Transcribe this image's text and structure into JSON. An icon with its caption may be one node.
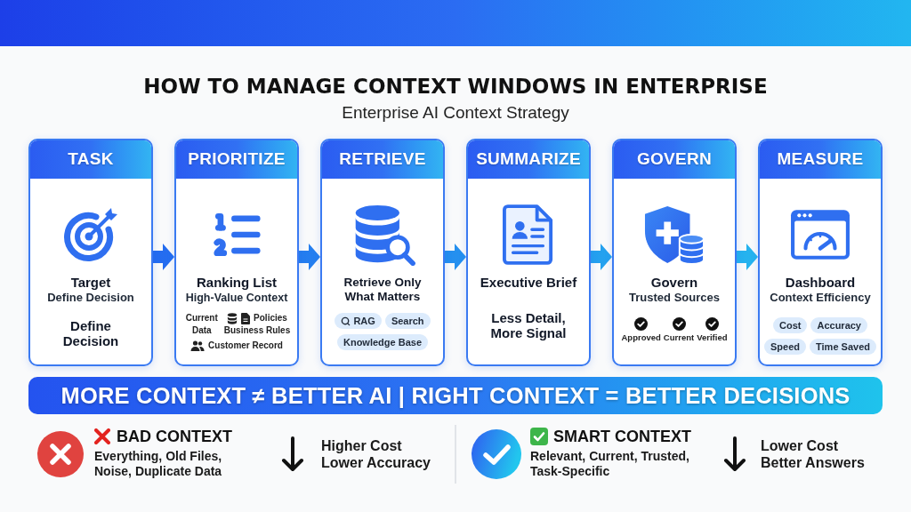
{
  "diagram": {
    "title": "HOW TO MANAGE CONTEXT WINDOWS IN ENTERPRISE",
    "nodes": [
      {
        "text": [
          "TASK",
          "Target",
          "Define Decision",
          "Define Decision"
        ]
      },
      {
        "text": [
          "PRIORITIZE",
          "Ranking List",
          "High-Value Context",
          "Current Data",
          "Policies",
          "Business Rules",
          "Customer Record"
        ]
      },
      {
        "text": [
          "RETRIEVE",
          "Retrieve Only What Matters"
        ]
      },
      {
        "text": [
          "RAG"
        ],
        "in": 2
      },
      {
        "text": [
          "Search"
        ],
        "in": 2
      },
      {
        "text": [
          "Knowledge Base"
        ],
        "in": 2
      },
      {
        "text": [
          "SUMMARIZE",
          "Executive Brief",
          "Less Detail, More Signal"
        ]
      },
      {
        "text": [
          "GOVERN",
          "Govern",
          "Trusted Sources",
          "Approved",
          "Current",
          "Verified"
        ]
      },
      {
        "text": [
          "MEASURE",
          "Dashboard",
          "Context Efficiency"
        ]
      },
      {
        "text": [
          "Cost"
        ],
        "in": 8
      },
      {
        "text": [
          "Accuracy"
        ],
        "in": 8
      },
      {
        "text": [
          "Speed"
        ],
        "in": 8
      },
      {
        "text": [
          "Time Saved"
        ],
        "in": 8
      },
      {
        "text": [
          "MORE CONTEXT ≠ BETTER AI | RIGHT CONTEXT = BETTER DECISIONS"
        ]
      }
    ],
    "edges": [
      {
        "from": 0,
        "to": 1,
        "arrow": "to",
        "style": "thick"
      },
      {
        "from": 1,
        "to": 2,
        "arrow": "to",
        "style": "thick"
      },
      {
        "from": 2,
        "to": 6,
        "arrow": "to",
        "style": "thick"
      },
      {
        "from": 6,
        "to": 7,
        "arrow": "to",
        "style": "thick"
      },
      {
        "from": 7,
        "to": 8,
        "arrow": "to",
        "style": "thick"
      }
    ],
    "labels": [
      "Enterprise AI Context Strategy",
      "BAD CONTEXT",
      "Everything, Old Files, Noise, Duplicate Data",
      "Higher Cost",
      "Lower Accuracy",
      "SMART CONTEXT",
      "Relevant, Current, Trusted, Task-Specific",
      "Lower Cost",
      "Better Answers"
    ]
  }
}
